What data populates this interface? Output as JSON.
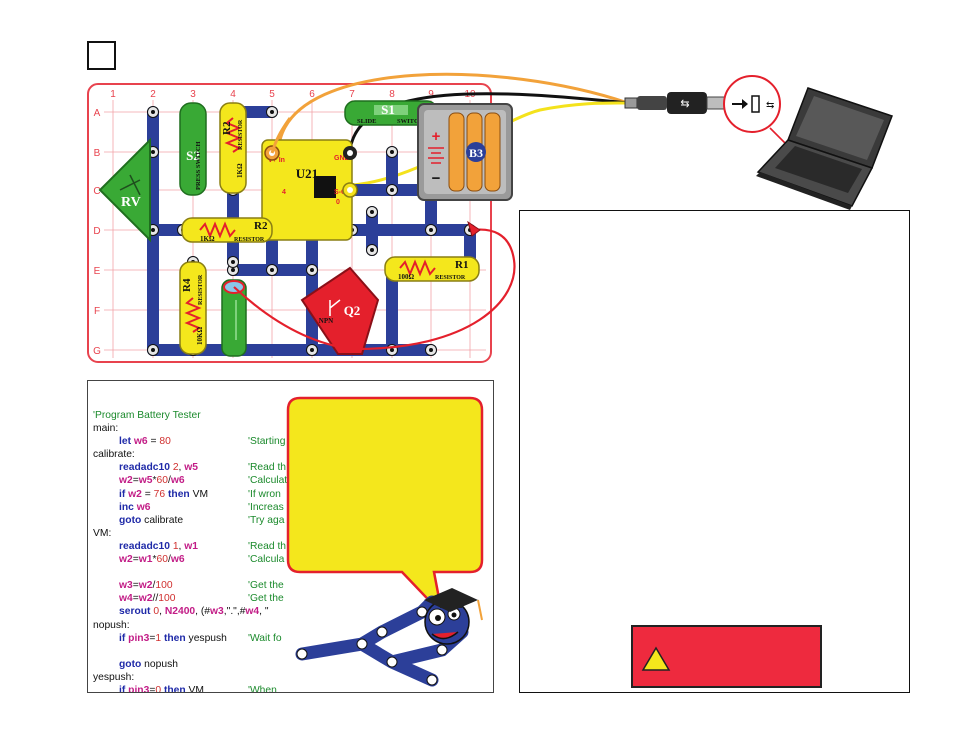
{
  "step_number": "",
  "board": {
    "column_labels": [
      "1",
      "2",
      "3",
      "4",
      "5",
      "6",
      "7",
      "8",
      "9",
      "10"
    ],
    "row_labels": [
      "A",
      "B",
      "C",
      "D",
      "E",
      "F",
      "G"
    ]
  },
  "components": {
    "u21": "U21",
    "u21_pins": {
      "v_in": "V+ In",
      "gnd": "GND",
      "s_out": "S-Out",
      "pin4": "4",
      "pin0": "0"
    },
    "s2": {
      "name": "S2",
      "text": "PRESS SWITCH"
    },
    "r2_vertical": {
      "name": "R2",
      "value": "1KΩ",
      "type": "RESISTOR"
    },
    "r2_horizontal": {
      "name": "R2",
      "value": "1KΩ",
      "type": "RESISTOR"
    },
    "rv": "RV",
    "s1": {
      "name": "S1",
      "text_left": "SLIDE",
      "text_right": "SWITCH"
    },
    "b3": "B3",
    "r1": {
      "name": "R1",
      "value": "100Ω",
      "type": "RESISTOR"
    },
    "r4": {
      "name": "R4",
      "value": "10KΩ",
      "type": "RESISTOR"
    },
    "q2": {
      "name": "Q2",
      "type": "NPN"
    },
    "plus": "+",
    "minus": "−",
    "usb_symbol": "⇆"
  },
  "code": {
    "lines": [
      {
        "type": "comment",
        "text": "'Program Battery Tester"
      },
      {
        "type": "label",
        "text": "main:"
      },
      {
        "type": "stmt",
        "parts": [
          [
            "kw",
            "let "
          ],
          [
            "vr",
            "w6"
          ],
          [
            "lb",
            " = "
          ],
          [
            "nm",
            "80"
          ]
        ],
        "comment": "'Starting"
      },
      {
        "type": "label",
        "text": "calibrate:"
      },
      {
        "type": "stmt",
        "parts": [
          [
            "kw",
            "readadc10 "
          ],
          [
            "nm",
            "2"
          ],
          [
            "lb",
            ", "
          ],
          [
            "vr",
            "w5"
          ]
        ],
        "comment": "'Read th"
      },
      {
        "type": "stmt",
        "parts": [
          [
            "vr",
            "w2"
          ],
          [
            "lb",
            "="
          ],
          [
            "vr",
            "w5"
          ],
          [
            "lb",
            "*"
          ],
          [
            "nm",
            "60"
          ],
          [
            "lb",
            "/"
          ],
          [
            "vr",
            "w6"
          ]
        ],
        "comment": "'Calculat"
      },
      {
        "type": "stmt",
        "parts": [
          [
            "kw",
            "if "
          ],
          [
            "vr",
            "w2"
          ],
          [
            "lb",
            " = "
          ],
          [
            "nm",
            "76"
          ],
          [
            "kw",
            " then "
          ],
          [
            "lb",
            "VM"
          ]
        ],
        "comment": "'If wron"
      },
      {
        "type": "stmt",
        "parts": [
          [
            "kw",
            "inc "
          ],
          [
            "vr",
            "w6"
          ]
        ],
        "comment": "'Increas"
      },
      {
        "type": "stmt",
        "parts": [
          [
            "kw",
            "goto "
          ],
          [
            "lb",
            "calibrate"
          ]
        ],
        "comment": "'Try aga"
      },
      {
        "type": "label",
        "text": "VM:"
      },
      {
        "type": "stmt",
        "parts": [
          [
            "kw",
            "readadc10 "
          ],
          [
            "nm",
            "1"
          ],
          [
            "lb",
            ", "
          ],
          [
            "vr",
            "w1"
          ]
        ],
        "comment": "'Read th"
      },
      {
        "type": "stmt",
        "parts": [
          [
            "vr",
            "w2"
          ],
          [
            "lb",
            "="
          ],
          [
            "vr",
            "w1"
          ],
          [
            "lb",
            "*"
          ],
          [
            "nm",
            "60"
          ],
          [
            "lb",
            "/"
          ],
          [
            "vr",
            "w6"
          ]
        ],
        "comment": "'Calcula"
      },
      {
        "type": "blank"
      },
      {
        "type": "stmt",
        "parts": [
          [
            "vr",
            "w3"
          ],
          [
            "lb",
            "="
          ],
          [
            "vr",
            "w2"
          ],
          [
            "lb",
            "/"
          ],
          [
            "nm",
            "100"
          ]
        ],
        "comment": "'Get the"
      },
      {
        "type": "stmt",
        "parts": [
          [
            "vr",
            "w4"
          ],
          [
            "lb",
            "="
          ],
          [
            "vr",
            "w2"
          ],
          [
            "lb",
            "//"
          ],
          [
            "nm",
            "100"
          ]
        ],
        "comment": "'Get the"
      },
      {
        "type": "stmt",
        "parts": [
          [
            "kw",
            "serout "
          ],
          [
            "nm",
            "0"
          ],
          [
            "lb",
            ", "
          ],
          [
            "vr",
            "N2400"
          ],
          [
            "lb",
            ", (#"
          ],
          [
            "vr",
            "w3"
          ],
          [
            "lb",
            ",\".\",#"
          ],
          [
            "vr",
            "w4"
          ],
          [
            "lb",
            ", \""
          ]
        ],
        "comment": ""
      },
      {
        "type": "label",
        "text": "nopush:"
      },
      {
        "type": "stmt",
        "parts": [
          [
            "kw",
            "if "
          ],
          [
            "vr",
            "pin3"
          ],
          [
            "lb",
            "="
          ],
          [
            "nm",
            "1"
          ],
          [
            "kw",
            " then "
          ],
          [
            "lb",
            "yespush"
          ]
        ],
        "comment": "'Wait fo"
      },
      {
        "type": "blank"
      },
      {
        "type": "stmt",
        "parts": [
          [
            "kw",
            "goto "
          ],
          [
            "lb",
            "nopush"
          ]
        ],
        "comment": ""
      },
      {
        "type": "label",
        "text": "yespush:"
      },
      {
        "type": "stmt",
        "parts": [
          [
            "kw",
            "if "
          ],
          [
            "vr",
            "pin3"
          ],
          [
            "lb",
            "="
          ],
          [
            "nm",
            "0"
          ],
          [
            "kw",
            " then "
          ],
          [
            "lb",
            "VM"
          ]
        ],
        "comment": "'When"
      }
    ]
  },
  "colors": {
    "grid_line": "#e8434e",
    "snap_blue": "#2c3f99",
    "module_yellow": "#f4e71c",
    "green": "#39a935",
    "red": "#e4202c",
    "warning_red": "#ee2a3e"
  }
}
